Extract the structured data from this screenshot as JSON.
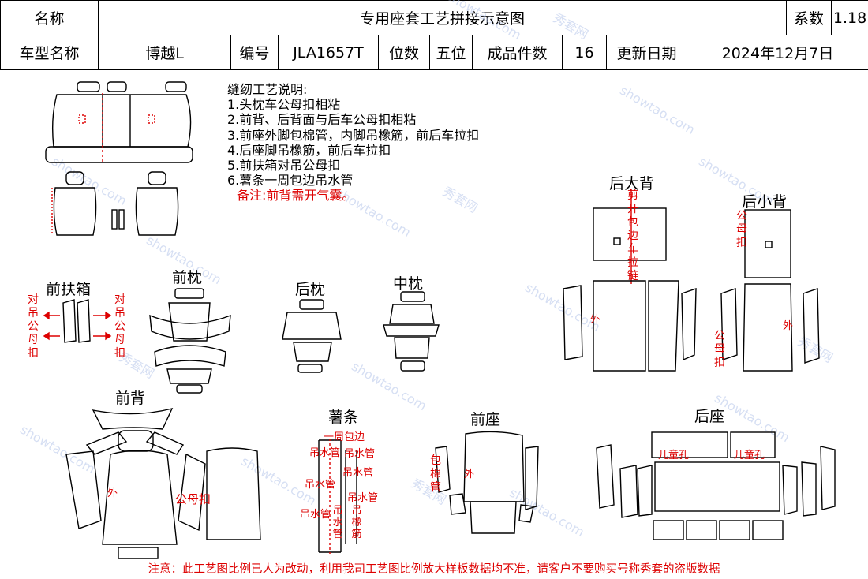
{
  "header": {
    "row1": {
      "name_label": "名称",
      "title": "专用座套工艺拼接示意图",
      "coef_label": "系数",
      "coef_value": "1.18"
    },
    "row2": {
      "model_label": "车型名称",
      "model_value": "博越L",
      "code_label": "编号",
      "code_value": "JLA1657T",
      "seat_label": "位数",
      "seat_value": "五位",
      "pieces_label": "成品件数",
      "pieces_value": "16",
      "date_label": "更新日期",
      "date_value": "2024年12月7日"
    }
  },
  "notes": {
    "title": "缝纫工艺说明:",
    "items": [
      "1.头枕车公母扣相粘",
      "2.前背、后背面与后车公母扣相粘",
      "3.前座外脚包棉管，内脚吊橡筋，前后车拉扣",
      "4.后座脚吊橡筋，前后车拉扣",
      "5.前扶箱对吊公母扣",
      "6.薯条一周包边吊水管"
    ],
    "remark": "备注:前背需开气囊。"
  },
  "parts": {
    "front_armrest": "前扶箱",
    "front_pillow": "前枕",
    "rear_pillow": "后枕",
    "mid_pillow": "中枕",
    "rear_big_back": "后大背",
    "rear_small_back": "后小背",
    "front_back": "前背",
    "strip": "薯条",
    "front_seat": "前座",
    "rear_seat": "后座"
  },
  "annotations": {
    "duidiao": "对吊公母扣",
    "cut_open": "剪开包边车拉链",
    "gongmu": "公母扣",
    "wai": "外",
    "gongmukou": "公母扣",
    "edge_wrap": "一周包边",
    "water_tube": "吊水管",
    "water_tube_v": "吊水管",
    "rubber_v": "吊橡筋",
    "cotton_tube": "包棉管",
    "child_seat": "儿童孔"
  },
  "footer": "注意：此工艺图比例已人为改动，利用我司工艺图比例放大样板数据均不准，请客户不要购买号称秀套的盗版数据",
  "watermark": {
    "text": "showtao.com",
    "brand": "秀套网"
  }
}
